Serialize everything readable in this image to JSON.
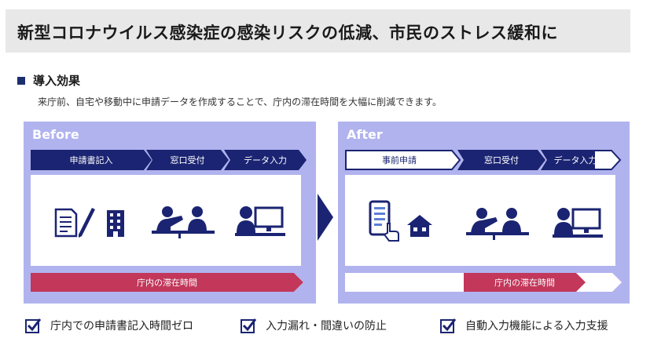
{
  "title": "新型コロナウイルス感染症の感染リスクの低減、市民のストレス緩和に",
  "section": {
    "heading": "導入効果",
    "description": "来庁前、自宅や移動中に申請データを作成することで、庁内の滞在時間を大幅に削減できます。"
  },
  "before": {
    "label": "Before",
    "steps": [
      "申請書記入",
      "窓口受付",
      "データ入力"
    ],
    "stay_bar": "庁内の滞在時間"
  },
  "after": {
    "label": "After",
    "steps": [
      "事前申請",
      "窓口受付",
      "データ入力"
    ],
    "stay_bar": "庁内の滞在時間"
  },
  "benefits": [
    "庁内での申請書記入時間ゼロ",
    "入力漏れ・間違いの防止",
    "自動入力機能による入力支援"
  ],
  "colors": {
    "navy": "#1b2472",
    "panel": "#b0b3ee",
    "accent": "#c2375a",
    "title_bg": "#e8e8e8"
  },
  "icons": {
    "before": [
      "document-pen-icon",
      "building-icon",
      "counter-reception-icon",
      "computer-operator-icon"
    ],
    "after": [
      "smartphone-tap-icon",
      "house-icon",
      "counter-reception-icon",
      "computer-operator-icon"
    ],
    "check": "checkbox-checked-icon"
  }
}
